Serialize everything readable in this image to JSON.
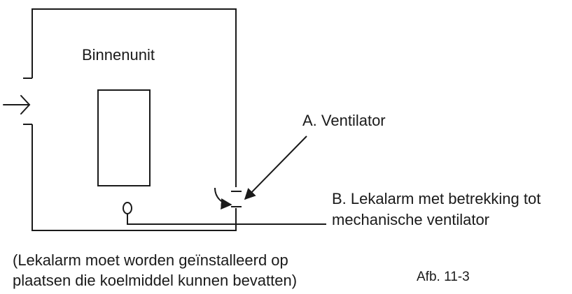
{
  "labels": {
    "indoor_unit": "Binnenunit",
    "fan": "A. Ventilator",
    "leak_alarm_line1": "B. Lekalarm met betrekking tot",
    "leak_alarm_line2": "mechanische ventilator",
    "note_line1": "(Lekalarm moet worden geïnstalleerd op",
    "note_line2": "plaatsen die koelmiddel kunnen bevatten)",
    "figure_number": "Afb. 11-3"
  },
  "icons": {
    "airflow_in": "right-arrow-icon",
    "fan_flow": "curved-arrow-icon",
    "pointer": "pointer-arrow-icon"
  },
  "colors": {
    "line": "#1a1a1a",
    "text": "#1a1a1a",
    "background": "#ffffff"
  }
}
